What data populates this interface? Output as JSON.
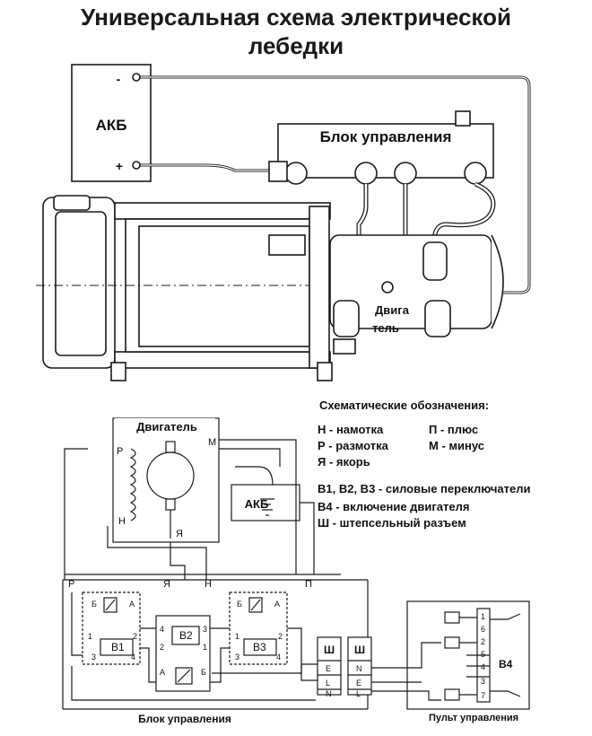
{
  "title_line1": "Универсальная схема электрической",
  "title_line2": "лебедки",
  "top": {
    "battery_label": "АКБ",
    "plus_sign": "+",
    "minus_sign": "-",
    "control_block_label": "Блок управления",
    "motor_label_1": "Двига",
    "motor_label_2": "тель"
  },
  "legend": {
    "heading": "Схематические обозначения:",
    "n": "Н - намотка",
    "r": "Р - размотка",
    "ya": "Я - якорь",
    "p": "П - плюс",
    "m": "М - минус",
    "b123": "В1, В2, В3 - силовые переключатели",
    "b4": "В4 - включение двигателя",
    "sh": "Ш - штепсельный разъем"
  },
  "schematic": {
    "motor_label": "Двигатель",
    "battery_label": "АКБ",
    "control_block_label": "Блок управления",
    "remote_label": "Пульт управления",
    "term_r": "Р",
    "term_n": "Н",
    "term_m": "М",
    "term_ya": "Я",
    "term_p": "П",
    "b1": "В1",
    "b2": "В2",
    "b3": "В3",
    "b4": "В4",
    "sh": "Ш",
    "pin_e": "E",
    "pin_l": "L",
    "pin_n": "N",
    "pin_a": "А",
    "pin_b": "Б",
    "pin_1": "1",
    "pin_2": "2",
    "pin_3": "3",
    "pin_4": "4",
    "pin_5": "5",
    "pin_6": "6",
    "pin_7": "7"
  }
}
